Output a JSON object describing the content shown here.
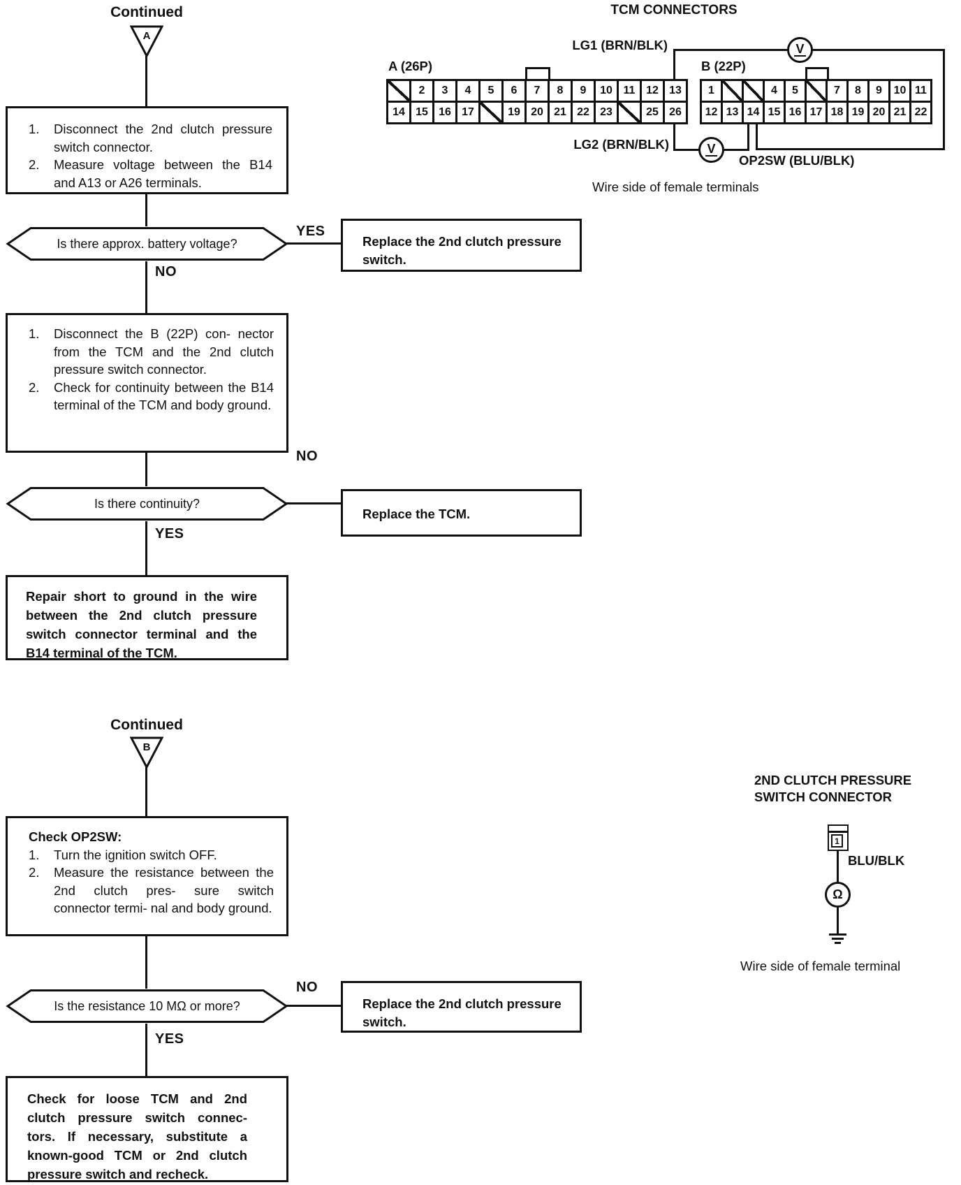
{
  "ink_color": "#111111",
  "flow": {
    "section_a": {
      "continued": "Continued",
      "letter": "A",
      "step1_items": [
        {
          "n": "1.",
          "t": "Disconnect the 2nd clutch pressure switch connector."
        },
        {
          "n": "2.",
          "t": "Measure voltage between the B14 and A13 or A26 terminals."
        }
      ],
      "q1": "Is there approx. battery voltage?",
      "q1_yes": "YES",
      "q1_no": "NO",
      "action_replace_switch": "Replace the 2nd clutch pressure switch.",
      "step2_items": [
        {
          "n": "1.",
          "t": "Disconnect the B (22P) con- nector from the TCM and the 2nd clutch pressure switch connector."
        },
        {
          "n": "2.",
          "t": "Check for continuity between the B14 terminal of the TCM and body ground."
        }
      ],
      "q2": "Is there continuity?",
      "q2_no": "NO",
      "q2_yes": "YES",
      "action_replace_tcm": "Replace the TCM.",
      "result_repair": "Repair short to ground in the wire between the 2nd clutch pressure switch connector terminal and the B14 terminal of the TCM."
    },
    "section_b": {
      "continued": "Continued",
      "letter": "B",
      "step_title": "Check OP2SW:",
      "step_items": [
        {
          "n": "1.",
          "t": "Turn the ignition switch OFF."
        },
        {
          "n": "2.",
          "t": "Measure the resistance between the 2nd clutch pres- sure switch connector termi- nal and body ground."
        }
      ],
      "q3": "Is the resistance 10 MΩ or more?",
      "q3_no": "NO",
      "q3_yes": "YES",
      "action_replace_switch": "Replace the 2nd clutch pressure switch.",
      "result_check": "Check for loose TCM and 2nd clutch pressure switch connec- tors. If necessary, substitute a known-good TCM or 2nd clutch pressure switch and recheck."
    }
  },
  "tcm": {
    "title": "TCM CONNECTORS",
    "lg1_label": "LG1 (BRN/BLK)",
    "lg2_label": "LG2 (BRN/BLK)",
    "op2sw_label": "OP2SW (BLU/BLK)",
    "voltmeter_symbol": "V",
    "connector_a": {
      "label": "A (26P)",
      "row1": [
        "/",
        "2",
        "3",
        "4",
        "5",
        "6",
        "7",
        "8",
        "9",
        "10",
        "11",
        "12",
        "13"
      ],
      "row2": [
        "14",
        "15",
        "16",
        "17",
        "/",
        "19",
        "20",
        "21",
        "22",
        "23",
        "/",
        "25",
        "26"
      ]
    },
    "connector_b": {
      "label": "B (22P)",
      "row1": [
        "1",
        "/",
        "/",
        "4",
        "5",
        "/",
        "7",
        "8",
        "9",
        "10",
        "11"
      ],
      "row2": [
        "12",
        "13",
        "14",
        "15",
        "16",
        "17",
        "18",
        "19",
        "20",
        "21",
        "22"
      ]
    },
    "note": "Wire side of female terminals"
  },
  "switch_conn": {
    "title1": "2ND CLUTCH PRESSURE",
    "title2": "SWITCH CONNECTOR",
    "pin": "1",
    "wire_label": "BLU/BLK",
    "ohm_symbol": "Ω",
    "note": "Wire side of female terminal"
  }
}
